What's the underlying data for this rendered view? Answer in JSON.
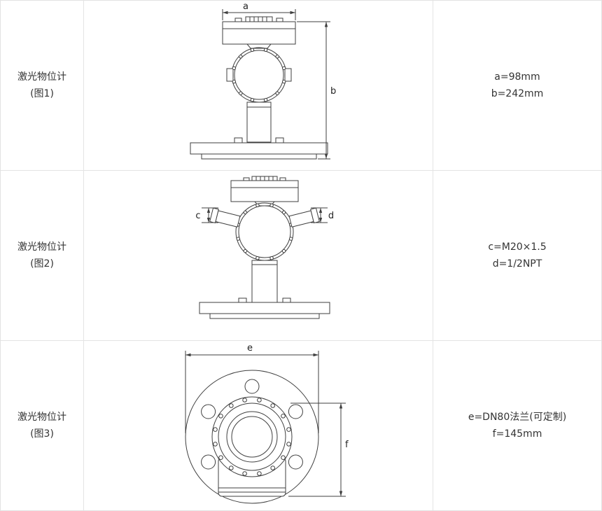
{
  "colors": {
    "drawing_line": "#3f3f3f",
    "grid_border": "#e4e4e4",
    "text": "#333333",
    "background": "#ffffff"
  },
  "table": {
    "rows": [
      {
        "label_title": "激光物位计",
        "label_sub": "(图1)",
        "dim_letter_1": "a",
        "dim_letter_2": "b",
        "spec_line_1": "a=98mm",
        "spec_line_2": "b=242mm"
      },
      {
        "label_title": "激光物位计",
        "label_sub": "(图2)",
        "dim_letter_1": "c",
        "dim_letter_2": "d",
        "spec_line_1": "c=M20×1.5",
        "spec_line_2": "d=1/2NPT"
      },
      {
        "label_title": "激光物位计",
        "label_sub": "(图3)",
        "dim_letter_1": "e",
        "dim_letter_2": "f",
        "spec_line_1": "e=DN80法兰(可定制)",
        "spec_line_2": "f=145mm"
      }
    ]
  }
}
